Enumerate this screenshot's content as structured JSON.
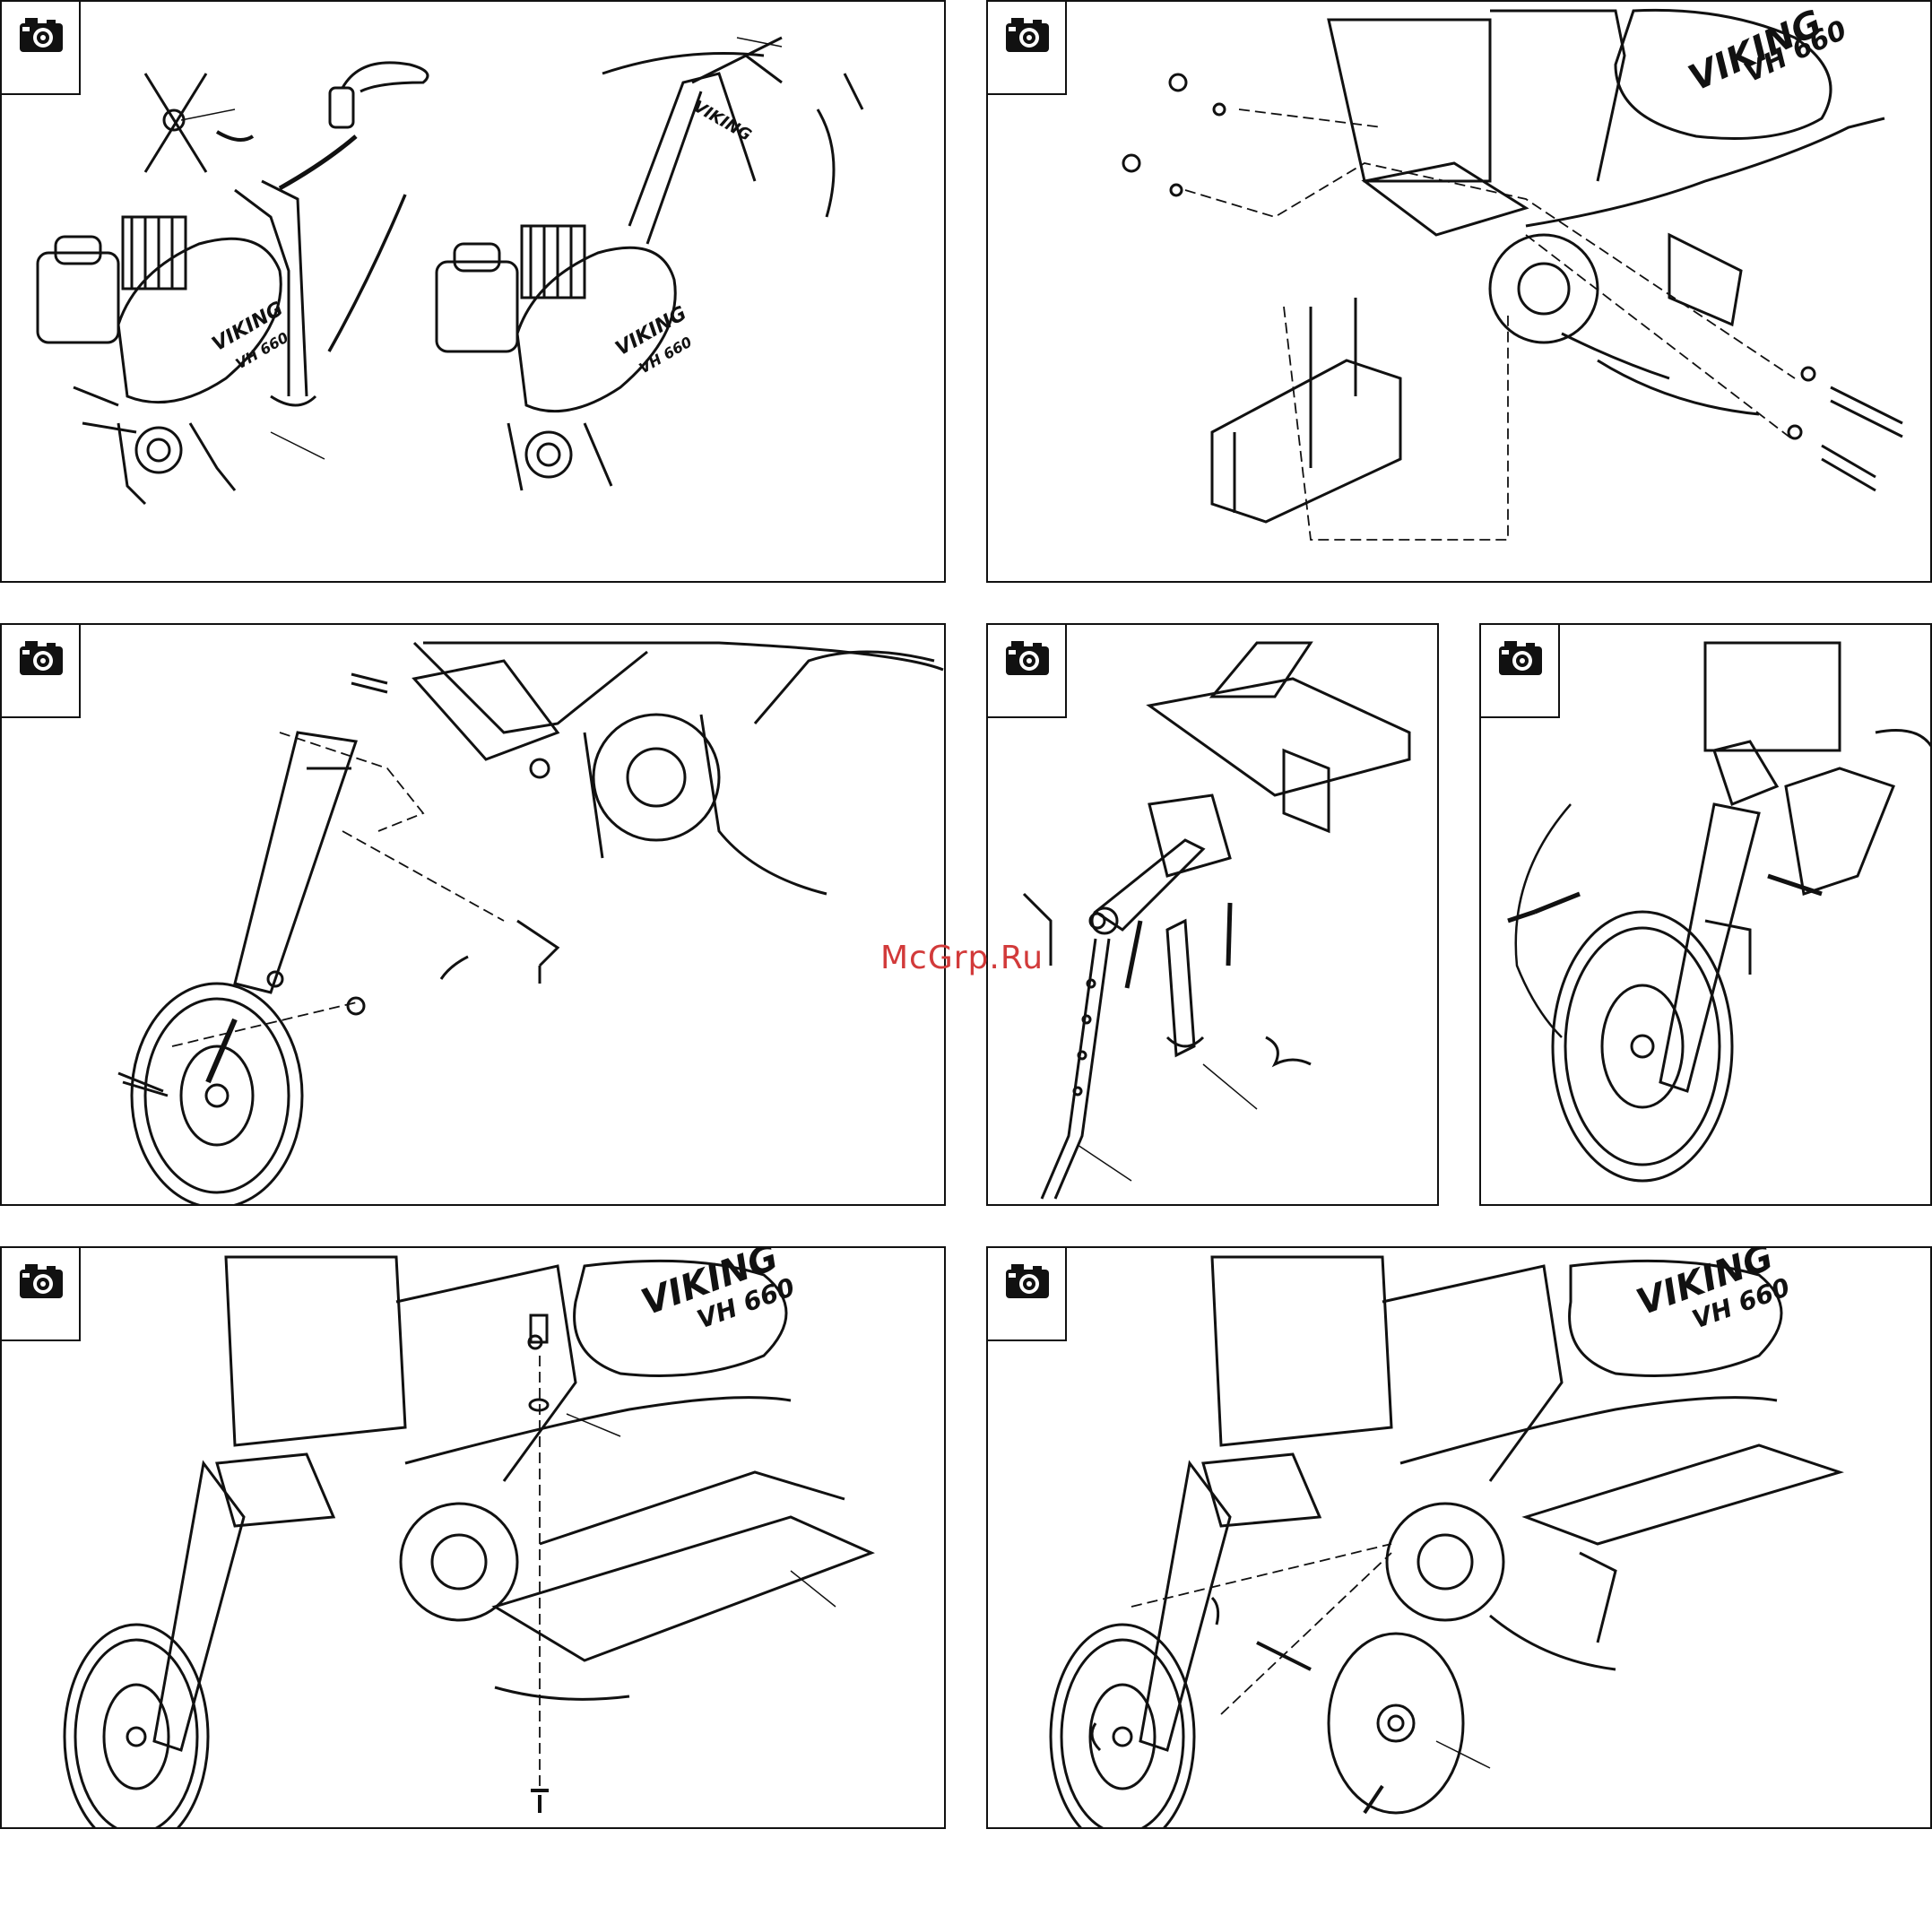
{
  "watermark": "McGrp.Ru",
  "brand": {
    "viking": "VIKING",
    "model": "VH 660",
    "model_small": "VH 660"
  },
  "icons": {
    "camera": "camera-icon"
  },
  "colors": {
    "line": "#111111",
    "watermark": "#d23a3a",
    "background": "#ffffff"
  }
}
